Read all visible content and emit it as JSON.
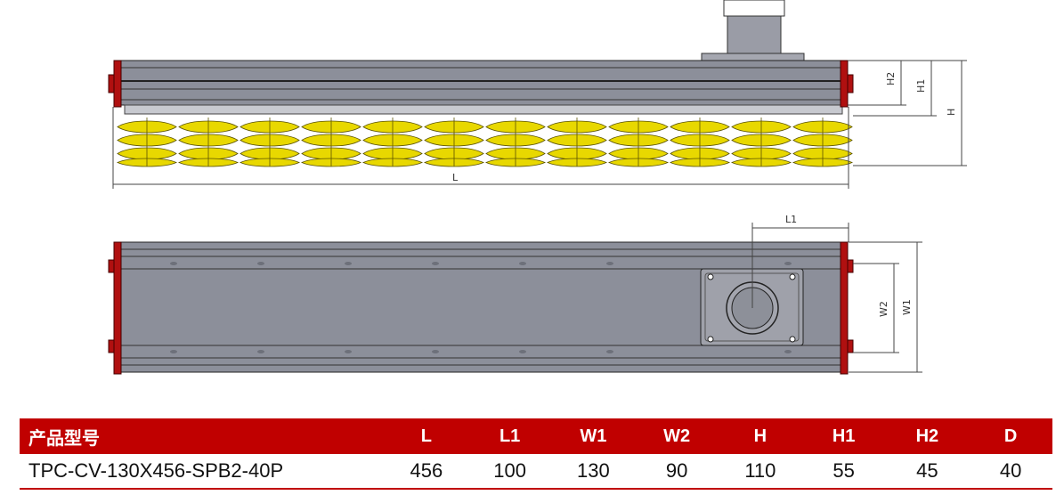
{
  "drawing": {
    "dim_labels": {
      "L": "L",
      "L1": "L1",
      "H": "H",
      "H1": "H1",
      "H2": "H2",
      "W1": "W1",
      "W2": "W2"
    }
  },
  "table": {
    "headers": [
      "产品型号",
      "L",
      "L1",
      "W1",
      "W2",
      "H",
      "H1",
      "H2",
      "D"
    ],
    "rows": [
      [
        "TPC-CV-130X456-SPB2-40P",
        "456",
        "100",
        "130",
        "90",
        "110",
        "55",
        "45",
        "40"
      ]
    ]
  },
  "colors": {
    "header_bg": "#c00000",
    "body_gray": "#8c8f9a",
    "end_cap_red": "#b01010",
    "bellows_yellow": "#e8d800"
  }
}
